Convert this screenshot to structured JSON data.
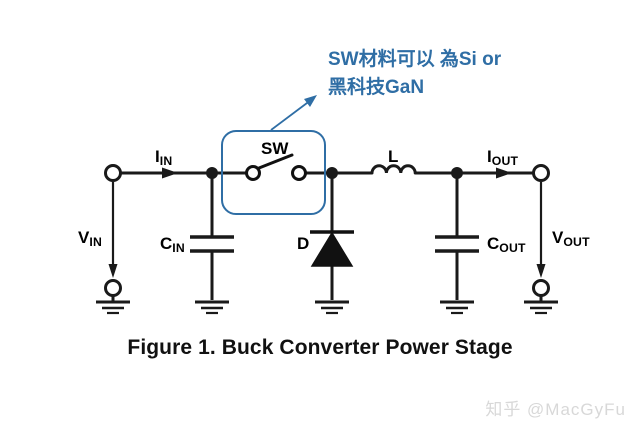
{
  "figure": {
    "caption": "Figure 1. Buck Converter Power Stage",
    "watermark": "知乎 @MacGyFu",
    "background_color": "#ffffff",
    "wire_color": "#1a1a1a",
    "annotation_color": "#2f6ea5"
  },
  "annotation": {
    "text": "SW材料可以 為Si or\n黑科技GaN",
    "pointer": "arrow-up-right",
    "highlight_target": "SW"
  },
  "nodes": {
    "vin_terminal": "input-terminal",
    "vin_ground_terminal": "input-return-terminal",
    "vout_terminal": "output-terminal",
    "vout_ground_terminal": "output-return-terminal",
    "input_junction": "cin-node",
    "switch_node": "sw-node",
    "output_junction": "cout-node"
  },
  "labels": {
    "v_in": {
      "symbol": "V",
      "subscript": "IN"
    },
    "i_in": {
      "symbol": "I",
      "subscript": "IN"
    },
    "c_in": {
      "symbol": "C",
      "subscript": "IN"
    },
    "sw": {
      "symbol": "SW",
      "subscript": ""
    },
    "d": {
      "symbol": "D",
      "subscript": ""
    },
    "l": {
      "symbol": "L",
      "subscript": ""
    },
    "c_out": {
      "symbol": "C",
      "subscript": "OUT"
    },
    "i_out": {
      "symbol": "I",
      "subscript": "OUT"
    },
    "v_out": {
      "symbol": "V",
      "subscript": "OUT"
    }
  },
  "components": [
    {
      "ref": "C_IN",
      "type": "capacitor"
    },
    {
      "ref": "SW",
      "type": "switch",
      "state": "open"
    },
    {
      "ref": "D",
      "type": "diode",
      "orientation": "cathode-up"
    },
    {
      "ref": "L",
      "type": "inductor",
      "coils": 3
    },
    {
      "ref": "C_OUT",
      "type": "capacitor"
    }
  ]
}
